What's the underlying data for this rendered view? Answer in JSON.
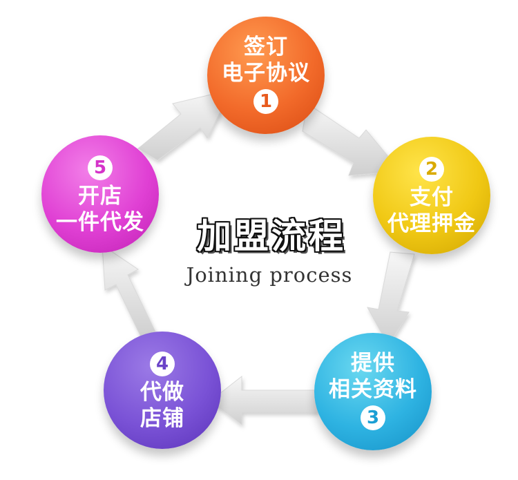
{
  "title": {
    "chinese": "加盟流程",
    "english": "Joining process"
  },
  "steps": [
    {
      "lines": [
        "签订",
        "电子协议"
      ],
      "number": "1",
      "color": "#f26a2a"
    },
    {
      "lines": [
        "支付",
        "代理押金"
      ],
      "number": "2",
      "color": "#f0c814"
    },
    {
      "lines": [
        "提供",
        "相关资料"
      ],
      "number": "3",
      "color": "#2eb3e2"
    },
    {
      "lines": [
        "代做",
        "店铺"
      ],
      "number": "4",
      "color": "#7a52d6"
    },
    {
      "lines": [
        "开店",
        "一件代发"
      ],
      "number": "5",
      "color": "#e040d4"
    }
  ]
}
